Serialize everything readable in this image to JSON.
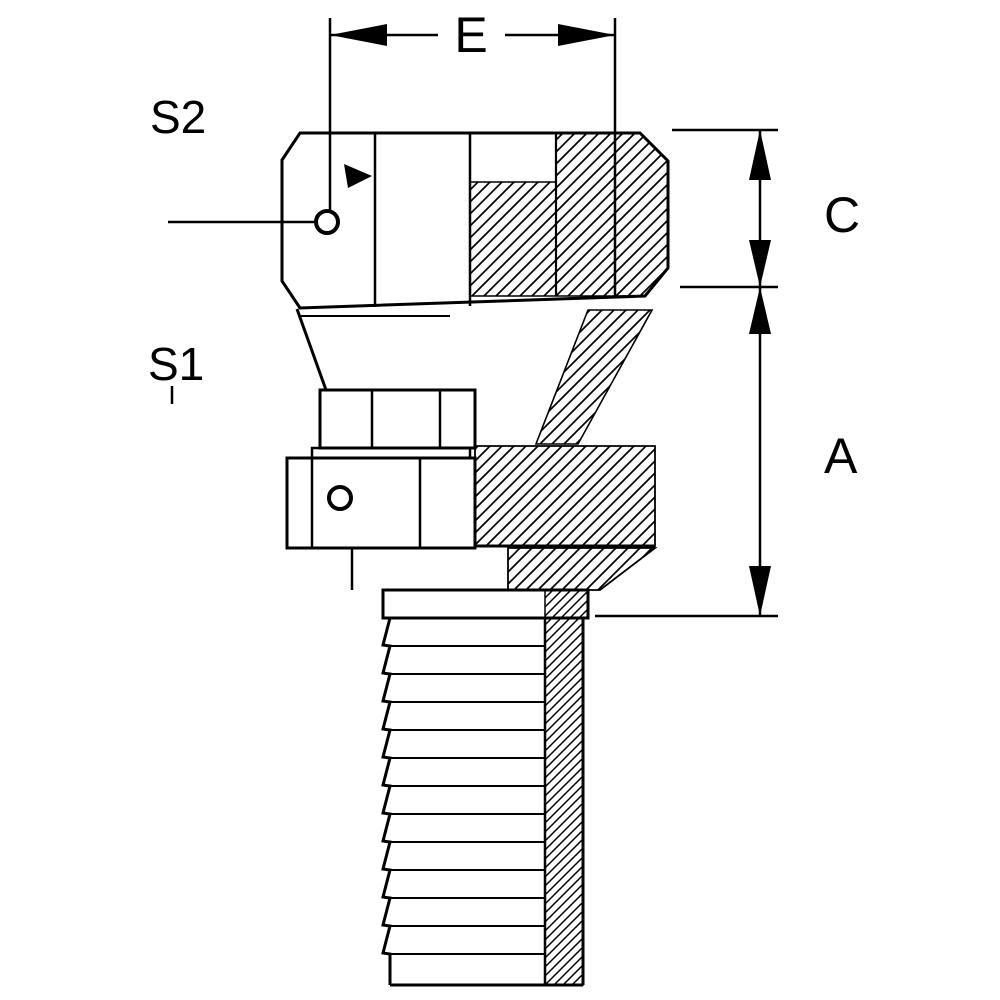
{
  "diagram": {
    "kind": "technical-drawing-half-section",
    "subject": "hydraulic hose fitting with swivel nut and barbed hose stem",
    "background_color": "#ffffff",
    "line_color": "#000000",
    "hatch_style": "diagonal-45"
  },
  "labels": {
    "dimension_width": "E",
    "wrench_size_top": "S2",
    "wrench_size_bottom": "S1",
    "dimension_c": "C",
    "dimension_a": "A"
  }
}
